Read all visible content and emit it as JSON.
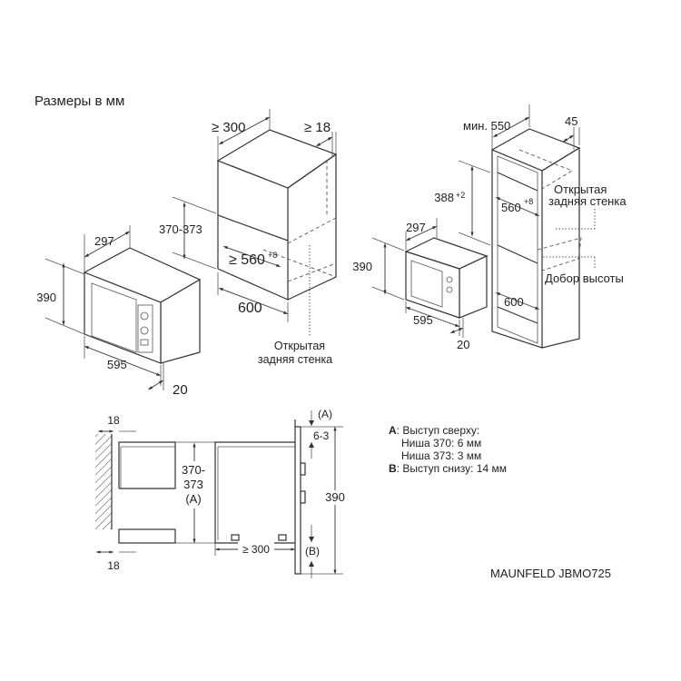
{
  "title": "Размеры в мм",
  "microwave_left": {
    "width": "595",
    "height": "390",
    "depth": "297",
    "frame": "20"
  },
  "cabinet_wall": {
    "depth": "≥ 300",
    "side": "≥ 18",
    "niche_height": "370-373",
    "niche_width": "≥ 560",
    "niche_width_tol": "+8",
    "width": "600",
    "note_line1": "Открытая",
    "note_line2": "задняя стенка"
  },
  "cabinet_tall": {
    "depth": "мин. 550",
    "side": "45",
    "niche_height": "388",
    "niche_height_tol": "+2",
    "niche_width": "560",
    "niche_width_tol": "+8",
    "width": "600",
    "note_back_line1": "Открытая",
    "note_back_line2": "задняя стенка",
    "note_height": "Добор высоты"
  },
  "microwave_right": {
    "depth": "297",
    "height": "390",
    "width": "595",
    "frame": "20"
  },
  "section": {
    "top_board": "18",
    "bottom_board": "18",
    "niche_line1": "370-",
    "niche_line2": "373",
    "niche_mark": "(A)",
    "mark_a": "(A)",
    "mark_b": "(B)",
    "offset": "6-3",
    "height": "390",
    "depth": "≥ 300"
  },
  "legend": {
    "a_key": "A",
    "a_text": ": Выступ сверху:",
    "line2": "Ниша 370: 6 мм",
    "line3": "Ниша 373: 3 мм",
    "b_key": "B",
    "b_text": ": Выступ снизу: 14 мм"
  },
  "model": "MAUNFELD JBMO725"
}
